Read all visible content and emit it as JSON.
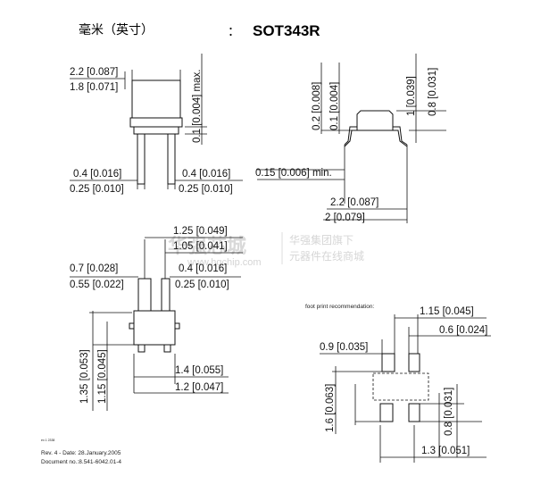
{
  "header": {
    "unit_label": "毫米（英寸）",
    "colon": "：",
    "package_name": "SOT343R"
  },
  "watermark": {
    "brand": "华强芯城",
    "url": "www.hqchip.com",
    "group": "华强集团旗下",
    "slogan": "元器件在线商城"
  },
  "top_left_dims": {
    "width_max": "2.2 [0.087]",
    "width_min": "1.8 [0.071]",
    "height_label": "0.1 [0.004] max.",
    "lead_left_max": "0.4 [0.016]",
    "lead_left_min": "0.25 [0.010]",
    "lead_right_max": "0.4 [0.016]",
    "lead_right_min": "0.25 [0.010]"
  },
  "top_right_dims": {
    "offset_max": "0.2 [0.008]",
    "offset_min": "0.1 [0.004]",
    "height_max": "1 [0.039]",
    "height_min": "0.8 [0.031]",
    "lead_thickness": "0.15 [0.006] min.",
    "span_max": "2.2 [0.087]",
    "span_min": "2 [0.079]"
  },
  "bottom_left_dims": {
    "pitch_max": "1.25 [0.049]",
    "pitch_min": "1.05 [0.041]",
    "lead_wide_max": "0.7 [0.028]",
    "lead_wide_min": "0.55 [0.022]",
    "lead_narrow_max": "0.4 [0.016]",
    "lead_narrow_min": "0.25 [0.010]",
    "body_len_max": "1.35 [0.053]",
    "body_len_min": "1.15 [0.045]",
    "body_w_max": "1.4 [0.055]",
    "body_w_min": "1.2 [0.047]"
  },
  "footprint": {
    "title": "foot print recommendation:",
    "dim_top": "1.15 [0.045]",
    "dim_pad": "0.6 [0.024]",
    "dim_left": "0.9 [0.035]",
    "dim_height": "1.6 [0.063]",
    "dim_pad_h": "0.8 [0.031]",
    "dim_bottom": "1.3 [0.051]"
  },
  "footer": {
    "code": "ex 1 2338",
    "rev": "Rev. 4 - Date: 28.January.2005",
    "doc": "Document no.:8.541-6042.01-4"
  }
}
